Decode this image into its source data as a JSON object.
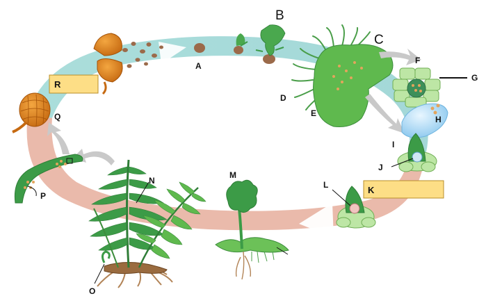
{
  "diagram": {
    "labels": {
      "A": "A",
      "B": "B",
      "C": "C",
      "D": "D",
      "E": "E",
      "F": "F",
      "G": "G",
      "H": "H",
      "I": "I",
      "J": "J",
      "K": "K",
      "L": "L",
      "M": "M",
      "N": "N",
      "O": "O",
      "P": "P",
      "Q": "Q",
      "R": "R"
    },
    "colors": {
      "haploid_band": "#a6dcd9",
      "diploid_band": "#e9b6a6",
      "sporangium": "#e0851f",
      "plant_green": "#3c9b47",
      "leaf_green": "#5fb94e",
      "answer_box": "#fdde86",
      "water_drop": "#9fd3f2",
      "roots": "#b28457",
      "gray_arrow": "#c9c9c9"
    }
  }
}
